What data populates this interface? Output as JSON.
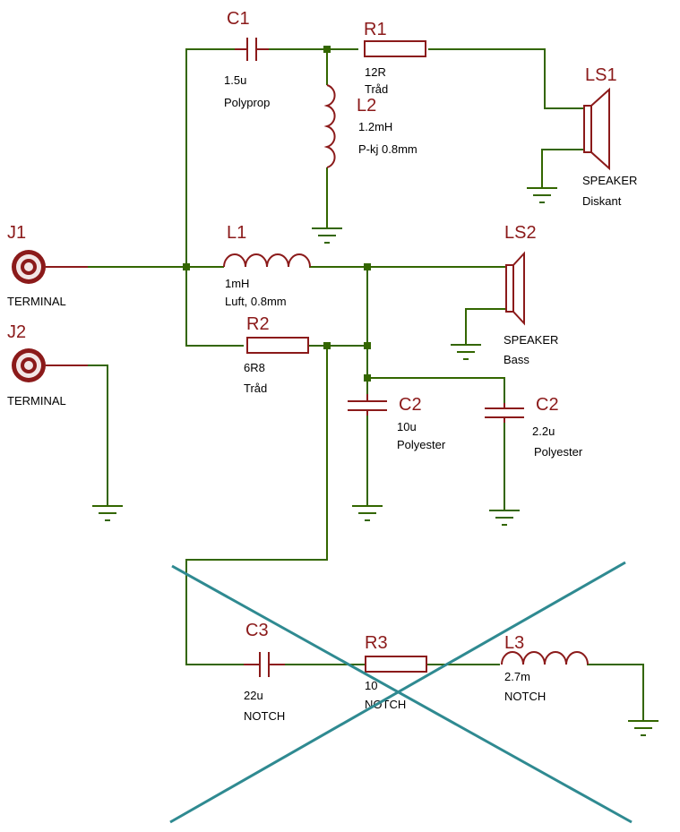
{
  "components": {
    "C1": {
      "ref": "C1",
      "value": "1.5u",
      "note": "Polyprop"
    },
    "R1": {
      "ref": "R1",
      "value": "12R",
      "note": "Tråd"
    },
    "L2": {
      "ref": "L2",
      "value": "1.2mH",
      "note": "P-kj 0.8mm"
    },
    "LS1": {
      "ref": "LS1",
      "value": "SPEAKER",
      "note": "Diskant"
    },
    "J1": {
      "ref": "J1",
      "value": "TERMINAL"
    },
    "J2": {
      "ref": "J2",
      "value": "TERMINAL"
    },
    "L1": {
      "ref": "L1",
      "value": "1mH",
      "note": "Luft, 0.8mm"
    },
    "LS2": {
      "ref": "LS2",
      "value": "SPEAKER",
      "note": "Bass"
    },
    "R2": {
      "ref": "R2",
      "value": "6R8",
      "note": "Tråd"
    },
    "C2a": {
      "ref": "C2",
      "value": "10u",
      "note": "Polyester"
    },
    "C2b": {
      "ref": "C2",
      "value": "2.2u",
      "note": "Polyester"
    },
    "C3": {
      "ref": "C3",
      "value": "22u",
      "note": "NOTCH"
    },
    "R3": {
      "ref": "R3",
      "value": "10",
      "note": "NOTCH"
    },
    "L3": {
      "ref": "L3",
      "value": "2.7m",
      "note": "NOTCH"
    }
  },
  "colors": {
    "wire": "#336600",
    "component": "#8b1a1a",
    "cross": "#2f8a91"
  }
}
